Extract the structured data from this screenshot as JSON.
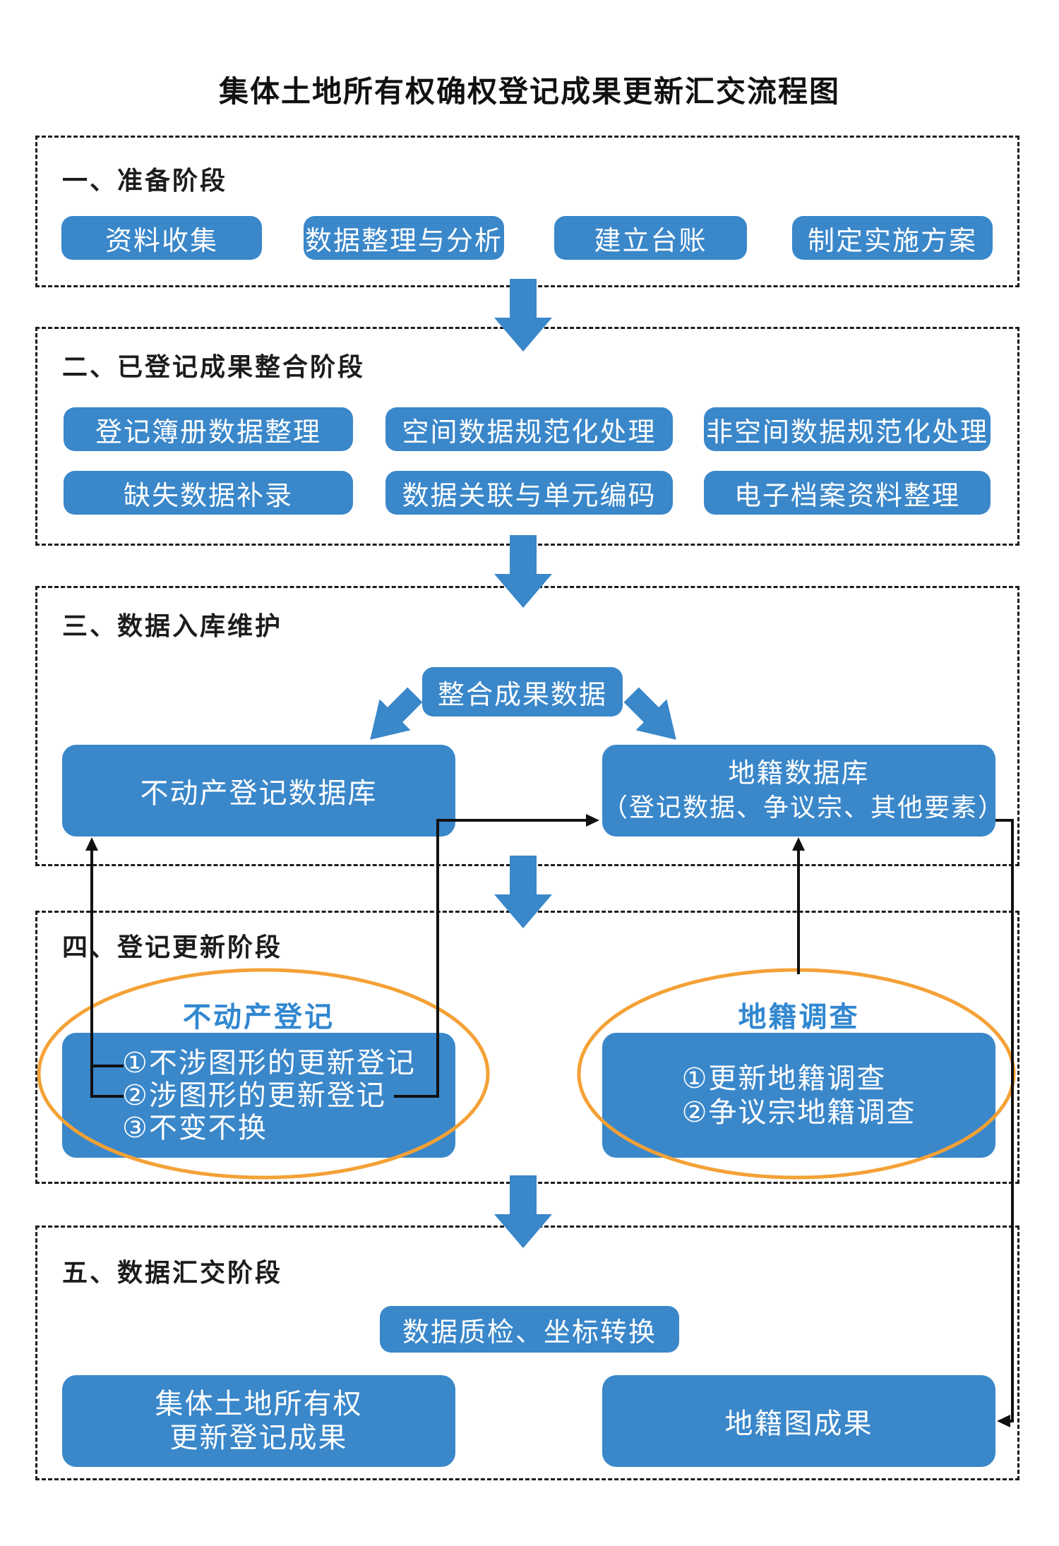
{
  "title": "集体土地所有权确权登记成果更新汇交流程图",
  "colors": {
    "box_blue": "#3a87ca",
    "arrow_blue": "#3a87ca",
    "ellipse_orange": "#f4a136",
    "label_blue": "#3187d0",
    "line_black": "#111111"
  },
  "prep": {
    "heading": "一、准备阶段",
    "boxes": [
      "资料收集",
      "数据整理与分析",
      "建立台账",
      "制定实施方案"
    ]
  },
  "integration": {
    "heading": "二、已登记成果整合阶段",
    "row1": [
      "登记簿册数据整理",
      "空间数据规范化处理",
      "非空间数据规范化处理"
    ],
    "row2": [
      "缺失数据补录",
      "数据关联与单元编码",
      "电子档案资料整理"
    ]
  },
  "warehouse": {
    "heading": "三、数据入库维护",
    "source": "整合成果数据",
    "db_left": "不动产登记数据库",
    "db_right_title": "地籍数据库",
    "db_right_sub": "（登记数据、争议宗、其他要素）"
  },
  "update": {
    "heading": "四、登记更新阶段",
    "left_title": "不动产登记",
    "left_items": [
      "①不涉图形的更新登记",
      "②涉图形的更新登记",
      "③不变不换"
    ],
    "right_title": "地籍调查",
    "right_items": [
      "①更新地籍调查",
      "②争议宗地籍调查"
    ]
  },
  "submission": {
    "heading": "五、数据汇交阶段",
    "qc": "数据质检、坐标转换",
    "result_left": [
      "集体土地所有权",
      "更新登记成果"
    ],
    "result_right": "地籍图成果"
  }
}
